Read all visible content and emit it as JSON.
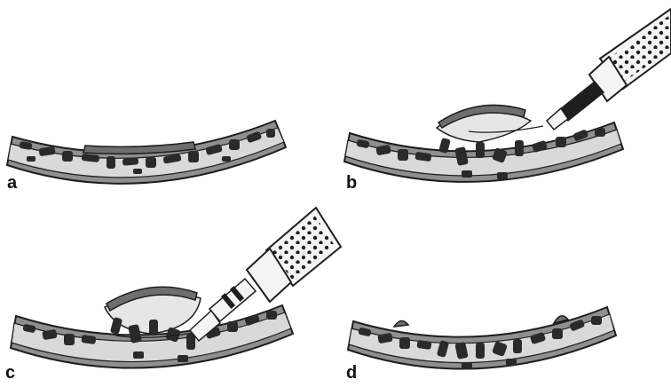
{
  "figure": {
    "panels": [
      {
        "label": "a"
      },
      {
        "label": "b"
      },
      {
        "label": "c"
      },
      {
        "label": "d"
      }
    ]
  },
  "colors": {
    "bone_shell": "#8f8f8f",
    "outline": "#1e1e1e",
    "marrow_spot": "#2a2a2a",
    "lesion_cap": "#6e6e6e",
    "bulge": "#e6e6e6",
    "instrument_body": "#f4f4f4"
  }
}
